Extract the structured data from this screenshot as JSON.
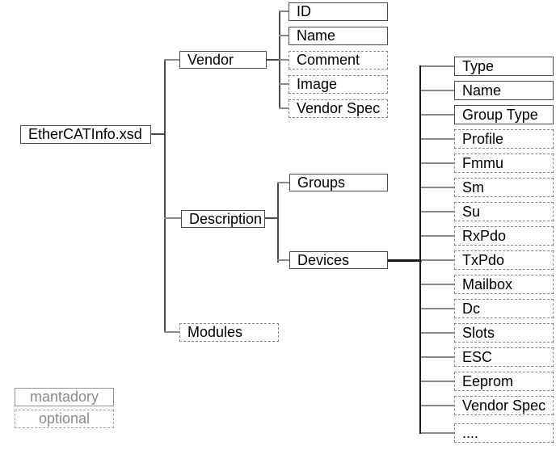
{
  "diagram": {
    "title": "EtherCATInfo.xsd schema tree",
    "root": {
      "label": "EtherCATInfo.xsd",
      "style": "mandatory"
    },
    "level1": [
      {
        "label": "Vendor",
        "style": "mandatory"
      },
      {
        "label": "Description",
        "style": "mandatory"
      },
      {
        "label": "Modules",
        "style": "optional"
      }
    ],
    "vendor_children": [
      {
        "label": "ID",
        "style": "mandatory"
      },
      {
        "label": "Name",
        "style": "mandatory"
      },
      {
        "label": "Comment",
        "style": "optional"
      },
      {
        "label": "Image",
        "style": "optional"
      },
      {
        "label": "Vendor Spec",
        "style": "optional"
      }
    ],
    "description_children": [
      {
        "label": "Groups",
        "style": "mandatory"
      },
      {
        "label": "Devices",
        "style": "mandatory"
      }
    ],
    "devices_children": [
      {
        "label": "Type",
        "style": "mandatory"
      },
      {
        "label": "Name",
        "style": "mandatory"
      },
      {
        "label": "Group Type",
        "style": "mandatory"
      },
      {
        "label": "Profile",
        "style": "optional"
      },
      {
        "label": "Fmmu",
        "style": "optional"
      },
      {
        "label": "Sm",
        "style": "optional"
      },
      {
        "label": "Su",
        "style": "optional"
      },
      {
        "label": "RxPdo",
        "style": "optional"
      },
      {
        "label": "TxPdo",
        "style": "optional"
      },
      {
        "label": "Mailbox",
        "style": "optional"
      },
      {
        "label": "Dc",
        "style": "optional"
      },
      {
        "label": "Slots",
        "style": "optional"
      },
      {
        "label": "ESC",
        "style": "optional"
      },
      {
        "label": "Eeprom",
        "style": "optional"
      },
      {
        "label": "Vendor Spec",
        "style": "optional"
      },
      {
        "label": "....",
        "style": "optional"
      }
    ],
    "legend": [
      {
        "label": "mantadory",
        "style": "mandatory"
      },
      {
        "label": "optional",
        "style": "optional"
      }
    ],
    "colors": {
      "background": "#ffffff",
      "solid_border": "#4d4d4d",
      "dashed_border": "#868686",
      "text": "#000000",
      "legend_text": "#8a8a8a",
      "connector": "#8a8a8a",
      "trunk": "#1a1a1a"
    }
  }
}
